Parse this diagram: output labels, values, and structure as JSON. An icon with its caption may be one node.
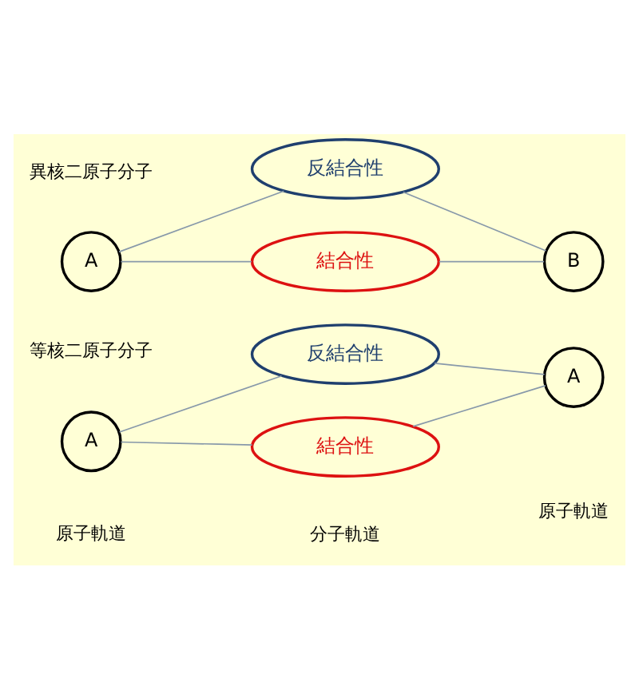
{
  "diagram": {
    "nodes": [
      {
        "text": [
          "A"
        ]
      },
      {
        "text": [
          "反結合性"
        ]
      },
      {
        "text": [
          "結合性"
        ]
      },
      {
        "text": [
          "B"
        ]
      },
      {
        "text": [
          "A"
        ]
      },
      {
        "text": [
          "反結合性"
        ]
      },
      {
        "text": [
          "結合性"
        ]
      },
      {
        "text": [
          "A"
        ]
      }
    ],
    "edges": [
      {
        "from": 0,
        "to": 1,
        "arrow": "none"
      },
      {
        "from": 0,
        "to": 2,
        "arrow": "none"
      },
      {
        "from": 1,
        "to": 3,
        "arrow": "none"
      },
      {
        "from": 2,
        "to": 3,
        "arrow": "none"
      },
      {
        "from": 4,
        "to": 5,
        "arrow": "none"
      },
      {
        "from": 4,
        "to": 6,
        "arrow": "none"
      },
      {
        "from": 5,
        "to": 7,
        "arrow": "none"
      },
      {
        "from": 6,
        "to": 7,
        "arrow": "none"
      }
    ],
    "labels": [
      "異核二原子分子",
      "等核二原子分子",
      "原子軌道",
      "分子軌道",
      "原子軌道"
    ]
  }
}
